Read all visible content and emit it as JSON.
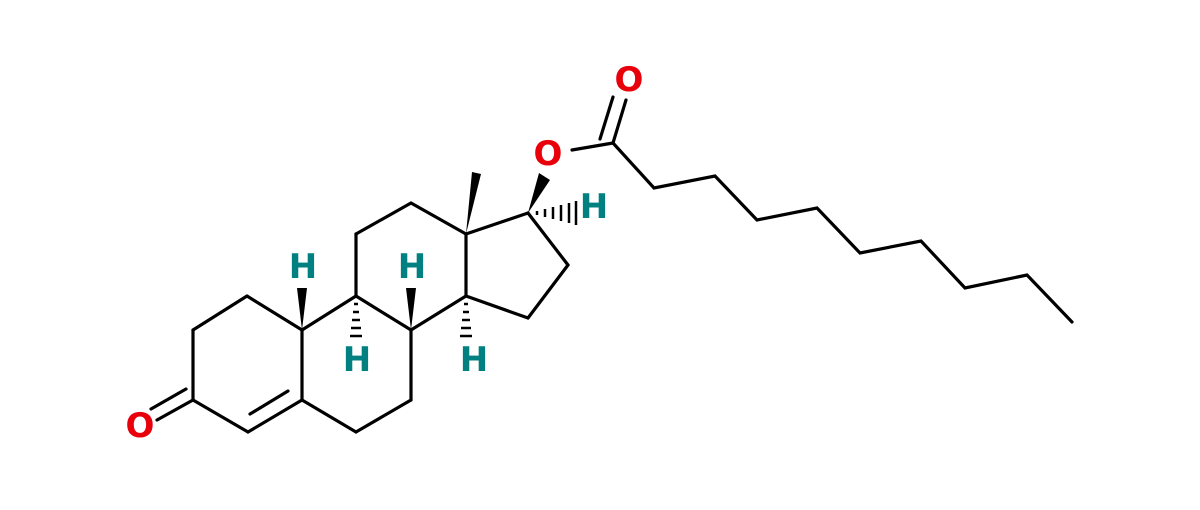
{
  "molecule": {
    "colors": {
      "bond": "#000000",
      "oxygen": "#e8000b",
      "hydrogen": "#008080",
      "background": "#ffffff"
    },
    "atom_labels": {
      "ketone_o": "O",
      "carbonyl_o": "O",
      "ester_o": "O",
      "h_c10": "H",
      "h_c9": "H",
      "h_c8": "H",
      "h_c14": "H",
      "h_c17": "H"
    }
  }
}
